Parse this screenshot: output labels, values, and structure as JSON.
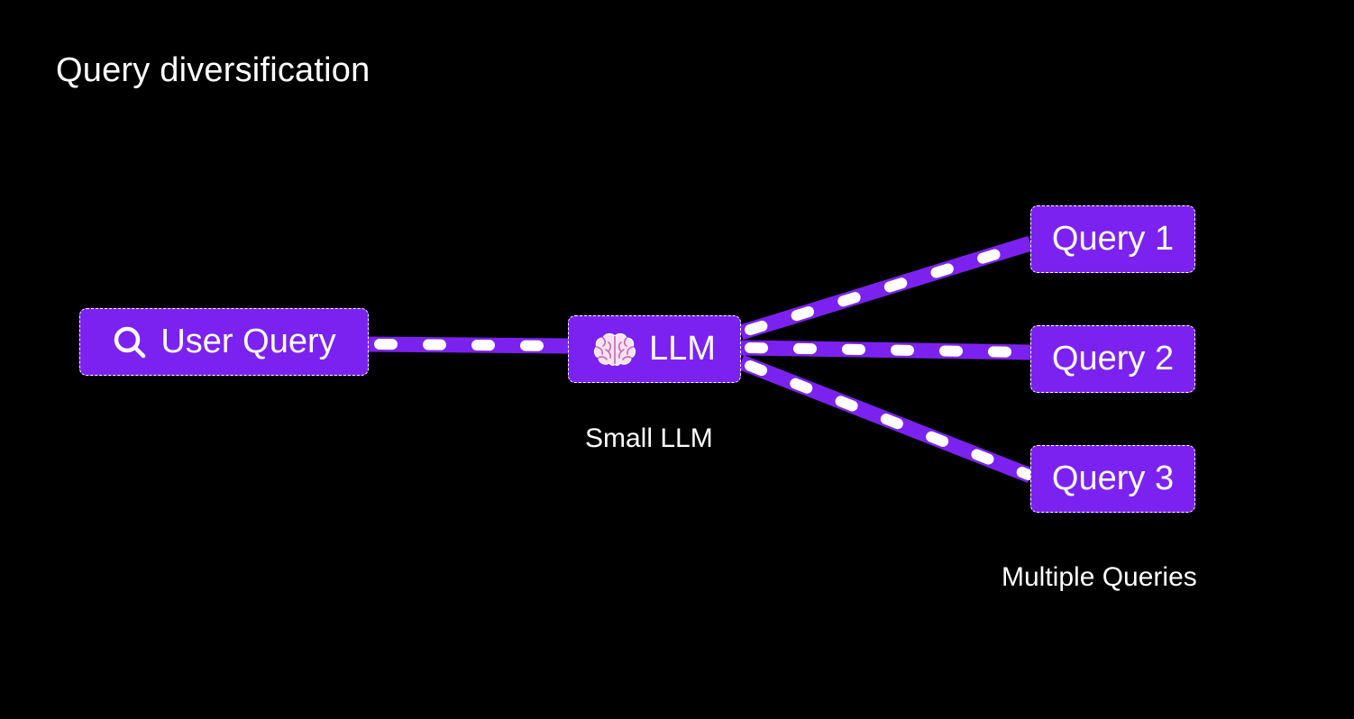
{
  "title": "Query diversification",
  "colors": {
    "background": "#000000",
    "node_fill": "#7c22f0",
    "node_border": "#ffffff",
    "connector": "#7c22f0",
    "connector_dash": "#ffffff",
    "text": "#ffffff"
  },
  "nodes": {
    "user_query": {
      "label": "User Query",
      "icon": "search-icon"
    },
    "llm": {
      "label": "LLM",
      "icon": "brain-icon"
    },
    "queries": [
      {
        "label": "Query 1"
      },
      {
        "label": "Query 2"
      },
      {
        "label": "Query 3"
      }
    ]
  },
  "captions": {
    "llm": "Small LLM",
    "queries": "Multiple Queries"
  },
  "edges": [
    {
      "from": "User Query",
      "to": "LLM"
    },
    {
      "from": "LLM",
      "to": "Query 1"
    },
    {
      "from": "LLM",
      "to": "Query 2"
    },
    {
      "from": "LLM",
      "to": "Query 3"
    }
  ]
}
